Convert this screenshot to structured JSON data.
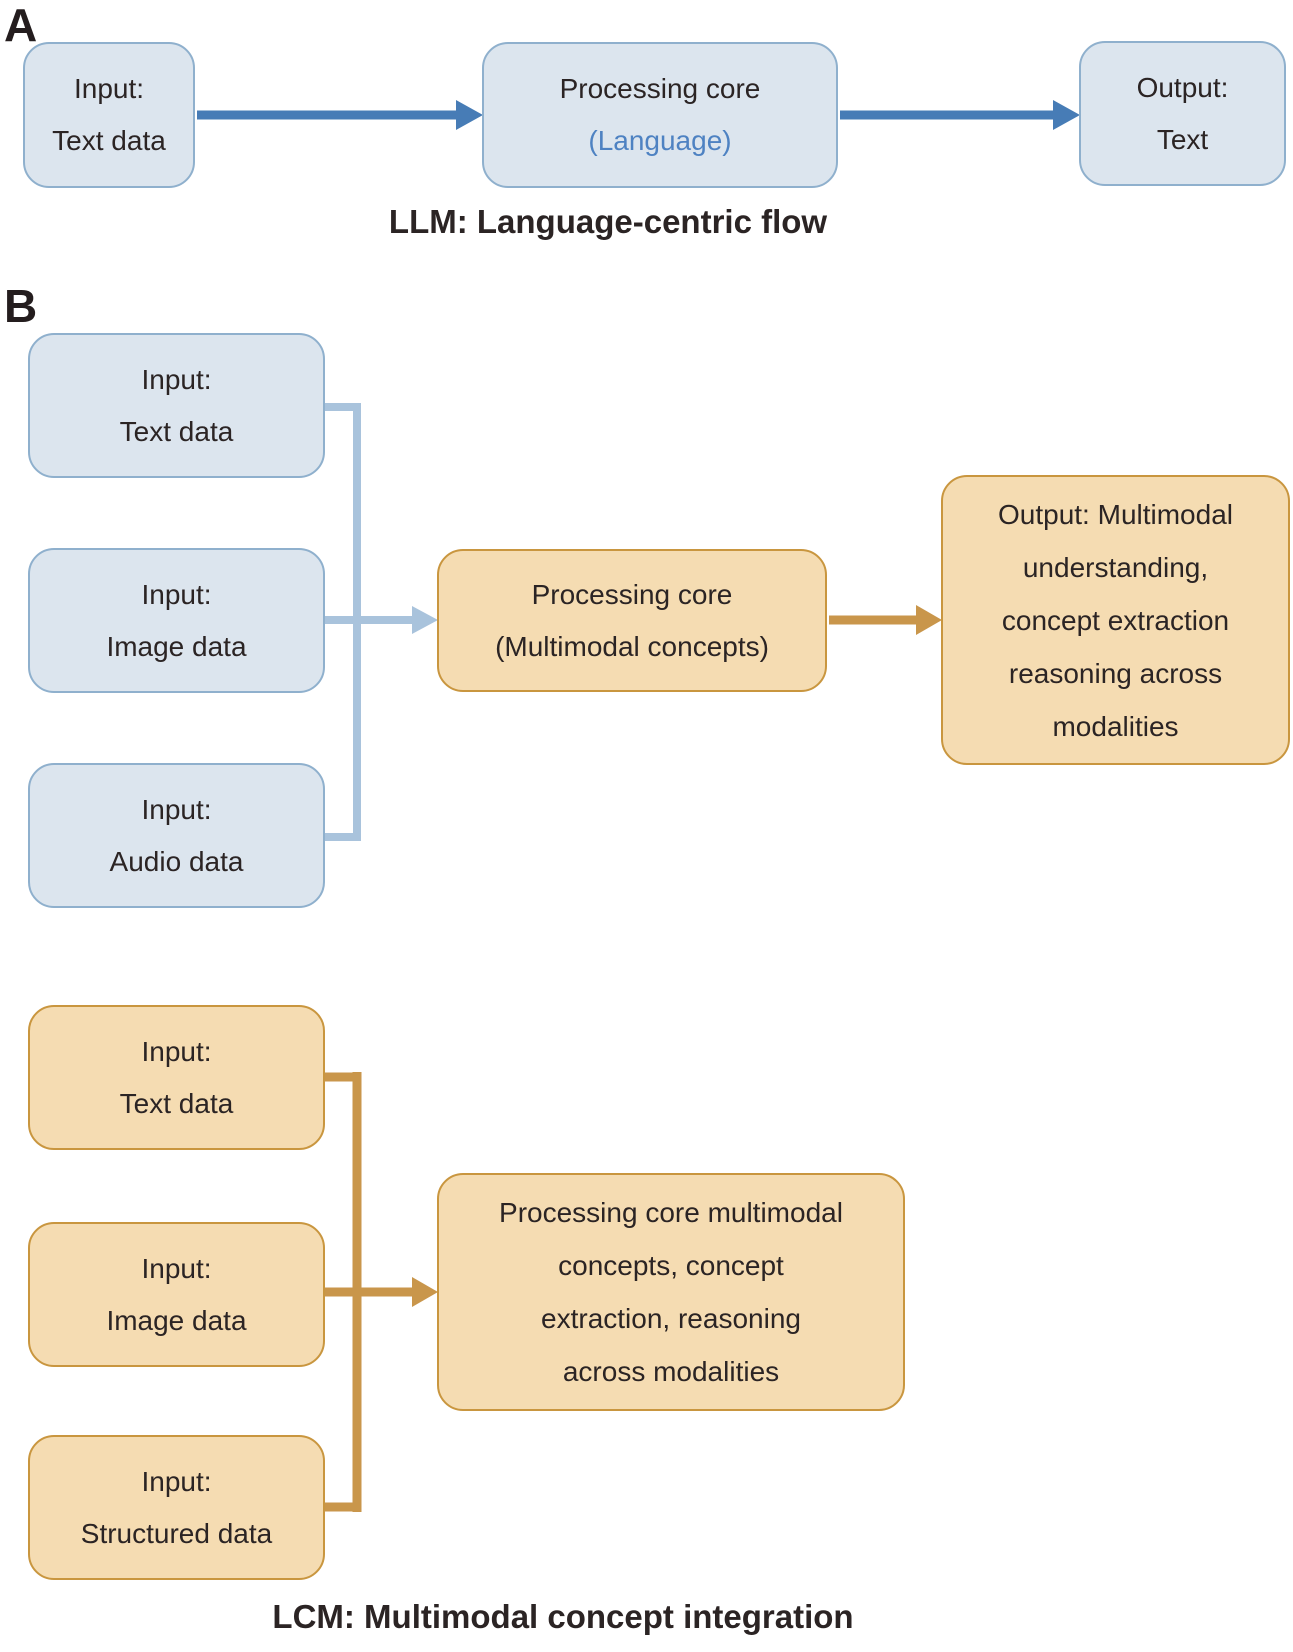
{
  "colors": {
    "blue_box_fill": "#dce5ee",
    "blue_box_border": "#8fb0cd",
    "orange_box_fill": "#f5dcb2",
    "orange_box_border": "#c9963f",
    "arrow_dark_blue": "#477cb6",
    "connector_light_blue": "#a9c3dc",
    "connector_tan": "#c9964b",
    "text_dark": "#2b2424",
    "text_blue": "#4e82c2"
  },
  "panelA": {
    "label": "A",
    "input_box": {
      "line1": "Input:",
      "line2": "Text data"
    },
    "core_box": {
      "line1": "Processing core",
      "line2": "(Language)"
    },
    "output_box": {
      "line1": "Output:",
      "line2": "Text"
    },
    "caption": "LLM: Language-centric flow"
  },
  "panelB": {
    "label": "B",
    "upper": {
      "input_boxes": [
        {
          "line1": "Input:",
          "line2": "Text data"
        },
        {
          "line1": "Input:",
          "line2": "Image data"
        },
        {
          "line1": "Input:",
          "line2": "Audio data"
        }
      ],
      "core_box": {
        "line1": "Processing core",
        "line2": "(Multimodal concepts)"
      },
      "output_box": {
        "lines": [
          "Output: Multimodal",
          "understanding,",
          "concept extraction",
          "reasoning across",
          "modalities"
        ]
      }
    },
    "lower": {
      "input_boxes": [
        {
          "line1": "Input:",
          "line2": "Text data"
        },
        {
          "line1": "Input:",
          "line2": "Image data"
        },
        {
          "line1": "Input:",
          "line2": "Structured data"
        }
      ],
      "core_box": {
        "lines": [
          "Processing core multimodal",
          "concepts, concept",
          "extraction, reasoning",
          "across modalities"
        ]
      }
    },
    "caption": "LCM: Multimodal concept integration"
  }
}
